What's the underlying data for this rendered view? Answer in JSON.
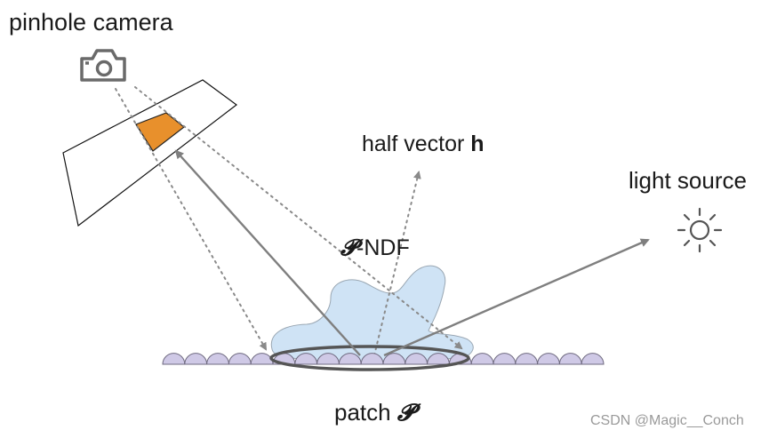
{
  "labels": {
    "camera": "pinhole camera",
    "half_vector_prefix": "half vector ",
    "half_vector_symbol": "h",
    "light": "light source",
    "ndf_symbol": "𝓟",
    "ndf_suffix": "-NDF",
    "patch_prefix": "patch ",
    "patch_symbol": "𝓟"
  },
  "watermark": "CSDN @Magic__Conch",
  "colors": {
    "line": "#7f7f7f",
    "dotted": "#8a8a8a",
    "ndf_fill": "#cfe3f5",
    "ndf_stroke": "#9aa7b3",
    "sensor_fill": "#e8902c",
    "microfacet_fill": "#cfc9e6",
    "microfacet_stroke": "#6f6a80",
    "patch_ellipse": "#555555",
    "icon": "#6a6a6a"
  },
  "icons": [
    "camera-icon",
    "sun-icon"
  ]
}
